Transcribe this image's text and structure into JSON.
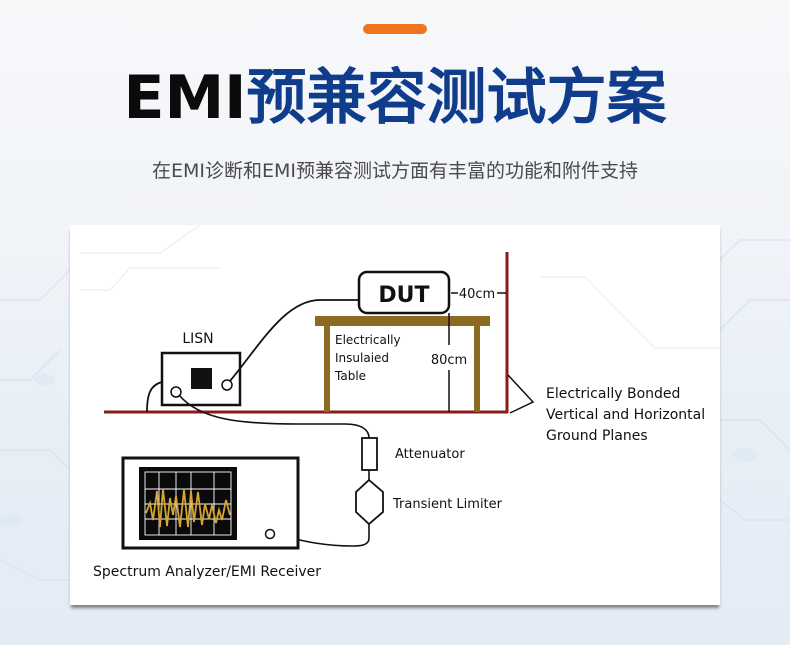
{
  "header": {
    "title_en": "EMI",
    "title_cn": "预兼容测试方案",
    "subtitle": "在EMI诊断和EMI预兼容测试方面有丰富的功能和附件支持"
  },
  "colors": {
    "accent": "#f07320",
    "title_blue": "#0f3d8c",
    "ground_plane": "#8b1a1a",
    "table": "#8b6a22",
    "trace": "#d4a531"
  },
  "diagram": {
    "lisn_label": "LISN",
    "dut_label": "DUT",
    "table_label_lines": [
      "Electrically",
      "Insulaied",
      "Table"
    ],
    "distance_horizontal": "40cm",
    "distance_vertical": "80cm",
    "ground_label_lines": [
      "Electrically Bonded",
      "Vertical and Horizontal",
      "Ground Planes"
    ],
    "attenuator_label": "Attenuator",
    "limiter_label": "Transient Limiter",
    "analyzer_label": "Spectrum Analyzer/EMI Receiver"
  }
}
